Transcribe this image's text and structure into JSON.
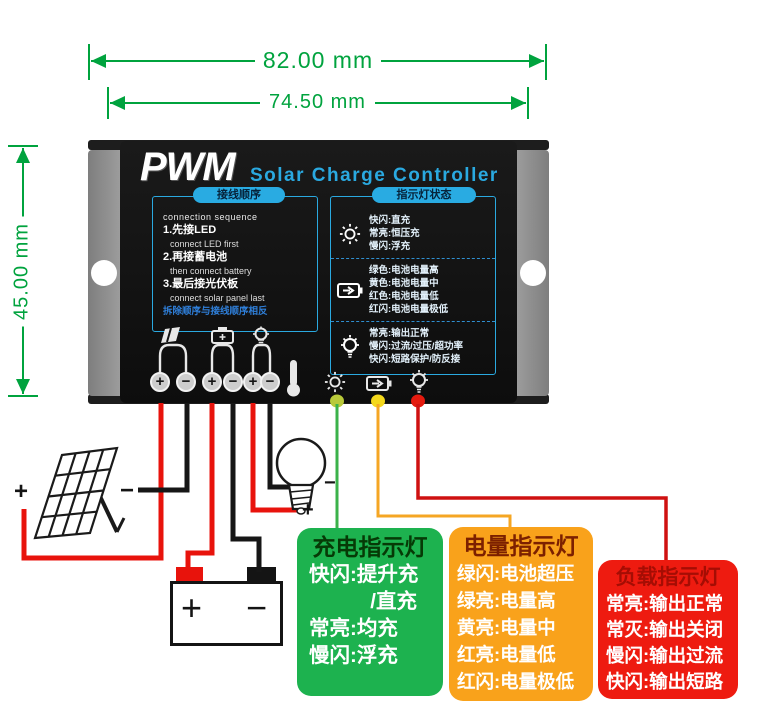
{
  "dimensions": {
    "outer_width": "82.00 mm",
    "inner_width": "74.50 mm",
    "height": "45.00 mm"
  },
  "controller": {
    "brand": "PWM",
    "product_title": "Solar Charge Controller",
    "wiring_panel": {
      "header": "接线顺序",
      "sequence_en": "connection  sequence",
      "steps": [
        {
          "zh": "1.先接LED",
          "en": "connect LED first"
        },
        {
          "zh": "2.再接蓄电池",
          "en": "then connect battery"
        },
        {
          "zh": "3.最后接光伏板",
          "en": "connect solar panel last"
        }
      ],
      "note": "拆除顺序与接线顺序相反"
    },
    "status_panel": {
      "header": "指示灯状态",
      "charge_lines": [
        "快闪:直充",
        "常亮:恒压充",
        "慢闪:浮充"
      ],
      "battery_lines": [
        "绿色:电池电量高",
        "黄色:电池电量中",
        "红色:电池电量低",
        "红闪:电池电量极低"
      ],
      "load_lines": [
        "常亮:输出正常",
        "慢闪:过流/过压/超功率",
        "快闪:短路保护/防反接"
      ]
    },
    "terminals": [
      "+",
      "−",
      "+",
      "−",
      "+",
      "−"
    ]
  },
  "devices": {
    "solar_panel": {
      "plus": "+",
      "minus": "−"
    },
    "bulb": {
      "plus": "+",
      "minus": "−"
    },
    "battery": {
      "plus": "+",
      "minus": "−"
    }
  },
  "legend": {
    "charge": {
      "title": "充电指示灯",
      "lines": [
        "快闪:提升充",
        "/直充",
        "常亮:均充",
        "慢闪:浮充"
      ]
    },
    "capacity": {
      "title": "电量指示灯",
      "lines": [
        "绿闪:电池超压",
        "绿亮:电量高",
        "黄亮:电量中",
        "红亮:电量低",
        "红闪:电量极低"
      ]
    },
    "load": {
      "title": "负载指示灯",
      "lines": [
        "常亮:输出正常",
        "常灭:输出关闭",
        "慢闪:输出过流",
        "快闪:输出短路"
      ]
    }
  },
  "colors": {
    "dimension_green": "#00a33e",
    "accent_blue": "#2aa9e0",
    "wire_red": "#e8130c",
    "wire_black": "#161616",
    "led_charge": "#b9c93a",
    "led_battery": "#f4d81c",
    "led_load": "#e51a0e",
    "legend_green": "#1db24f",
    "legend_orange": "#f9a21b",
    "legend_red": "#ee1b10"
  }
}
